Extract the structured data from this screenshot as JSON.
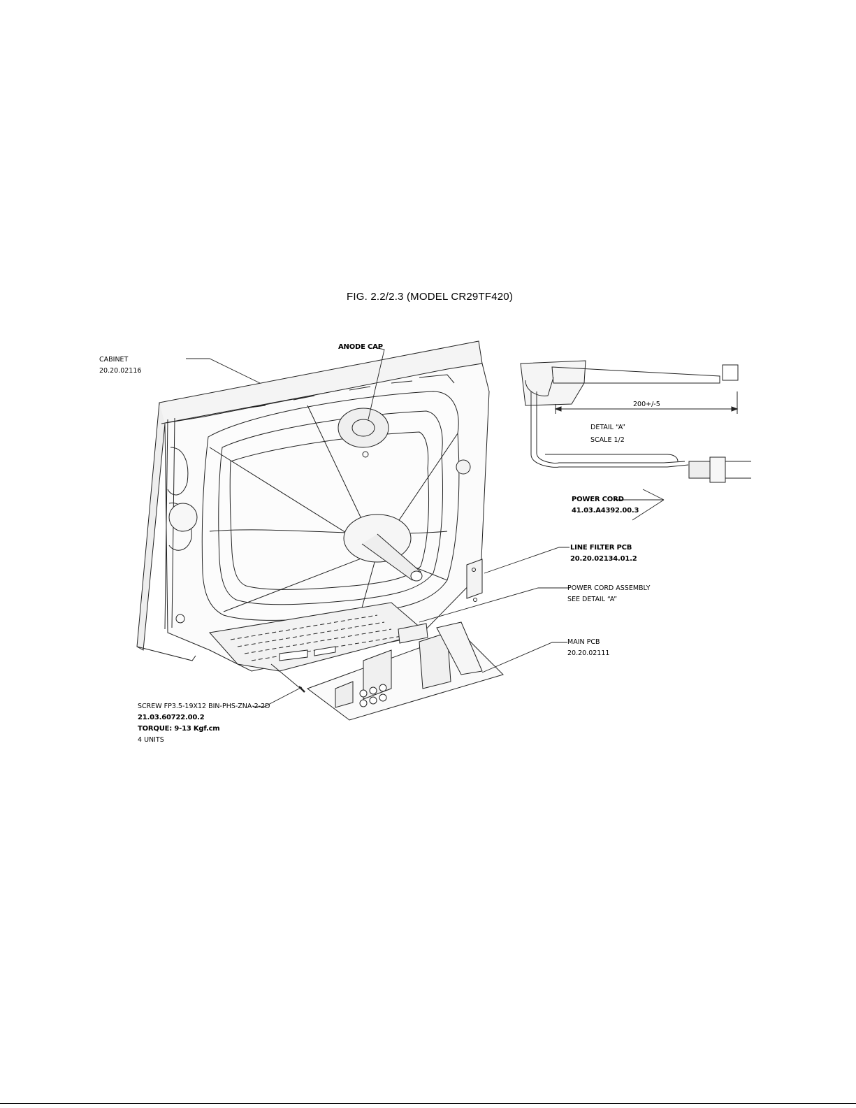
{
  "figure": {
    "title": "FIG. 2.2/2.3 (MODEL CR29TF420)"
  },
  "callouts": {
    "cabinet": {
      "name": "CABINET",
      "part": "20.20.02116"
    },
    "anode_cap": {
      "name": "ANODE CAP"
    },
    "detail": {
      "dimension": "200+/-5",
      "title": "DETAIL “A”",
      "scale": "SCALE 1/2"
    },
    "power_cord": {
      "name": "POWER CORD",
      "part": "41.03.A4392.00.3"
    },
    "line_filter": {
      "name": "LINE FILTER PCB",
      "part": "20.20.02134.01.2"
    },
    "cord_assembly": {
      "name": "POWER CORD ASSEMBLY",
      "note": "SEE DETAIL “A”"
    },
    "main_pcb": {
      "name": "MAIN PCB",
      "part": "20.20.02111"
    },
    "screw": {
      "name": "SCREW FP3.5-19X12 BIN-PHS-ZNA-2-2D",
      "part": "21.03.60722.00.2",
      "torque": "TORQUE: 9-13 Kgf.cm",
      "qty": "4 UNITS"
    }
  }
}
